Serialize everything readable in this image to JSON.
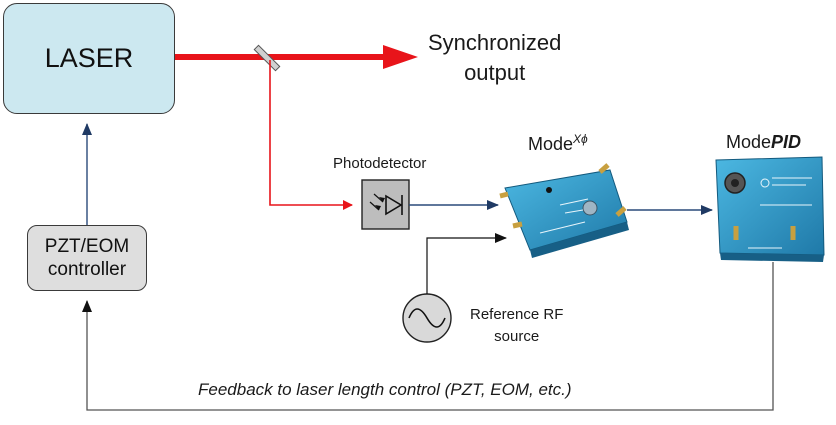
{
  "laser": {
    "label": "LASER"
  },
  "controller": {
    "line1": "PZT/EOM",
    "line2": "controller"
  },
  "output": {
    "line1": "Synchronized",
    "line2": "output"
  },
  "photodetector": {
    "label": "Photodetector"
  },
  "mode_x": {
    "label": "Mode",
    "superscript": "Xϕ"
  },
  "mode_pid": {
    "prefix": "Mode",
    "suffix": "PID"
  },
  "rf_source": {
    "line1": "Reference RF",
    "line2": "source"
  },
  "feedback": {
    "label": "Feedback to laser length control (PZT, EOM, etc.)"
  },
  "colors": {
    "laser_beam": "#e8141a",
    "signal_line": "#2a4a7a",
    "feedback_line": "#555555",
    "device_blue": "#2f9ac8",
    "laser_box_fill": "#cce8f0",
    "controller_fill": "#dedede"
  }
}
